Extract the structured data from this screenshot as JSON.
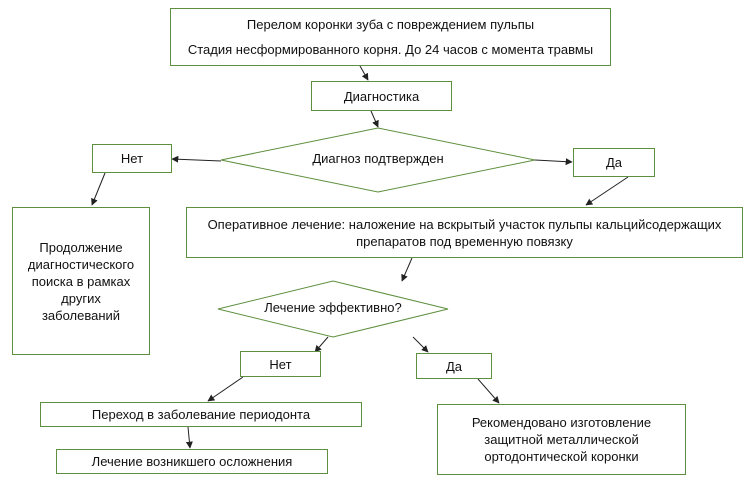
{
  "nodes": {
    "start": {
      "line1": "Перелом коронки зуба с повреждением пульпы",
      "line2": "Стадия несформированного корня. До 24 часов с момента травмы"
    },
    "diagnostics": "Диагностика",
    "decision1": "Диагноз подтвержден",
    "no1": "Нет",
    "yes1": "Да",
    "continue_search": {
      "line1": "Продолжение",
      "line2": "диагностического",
      "line3": "поиска в рамках",
      "line4": "других",
      "line5": "заболеваний"
    },
    "operative": {
      "line1": "Оперативное лечение: наложение на вскрытый участок пульпы кальцийсодержащих",
      "line2": "препаратов под временную повязку"
    },
    "decision2": "Лечение эффективно?",
    "no2": "Нет",
    "yes2": "Да",
    "periodont": "Переход в заболевание периодонта",
    "complication": "Лечение возникшего осложнения",
    "crown": {
      "line1": "Рекомендовано изготовление",
      "line2": "защитной металлической",
      "line3": "ортодонтической коронки"
    }
  },
  "colors": {
    "border": "#5e8f3e",
    "arrow": "#222222"
  }
}
